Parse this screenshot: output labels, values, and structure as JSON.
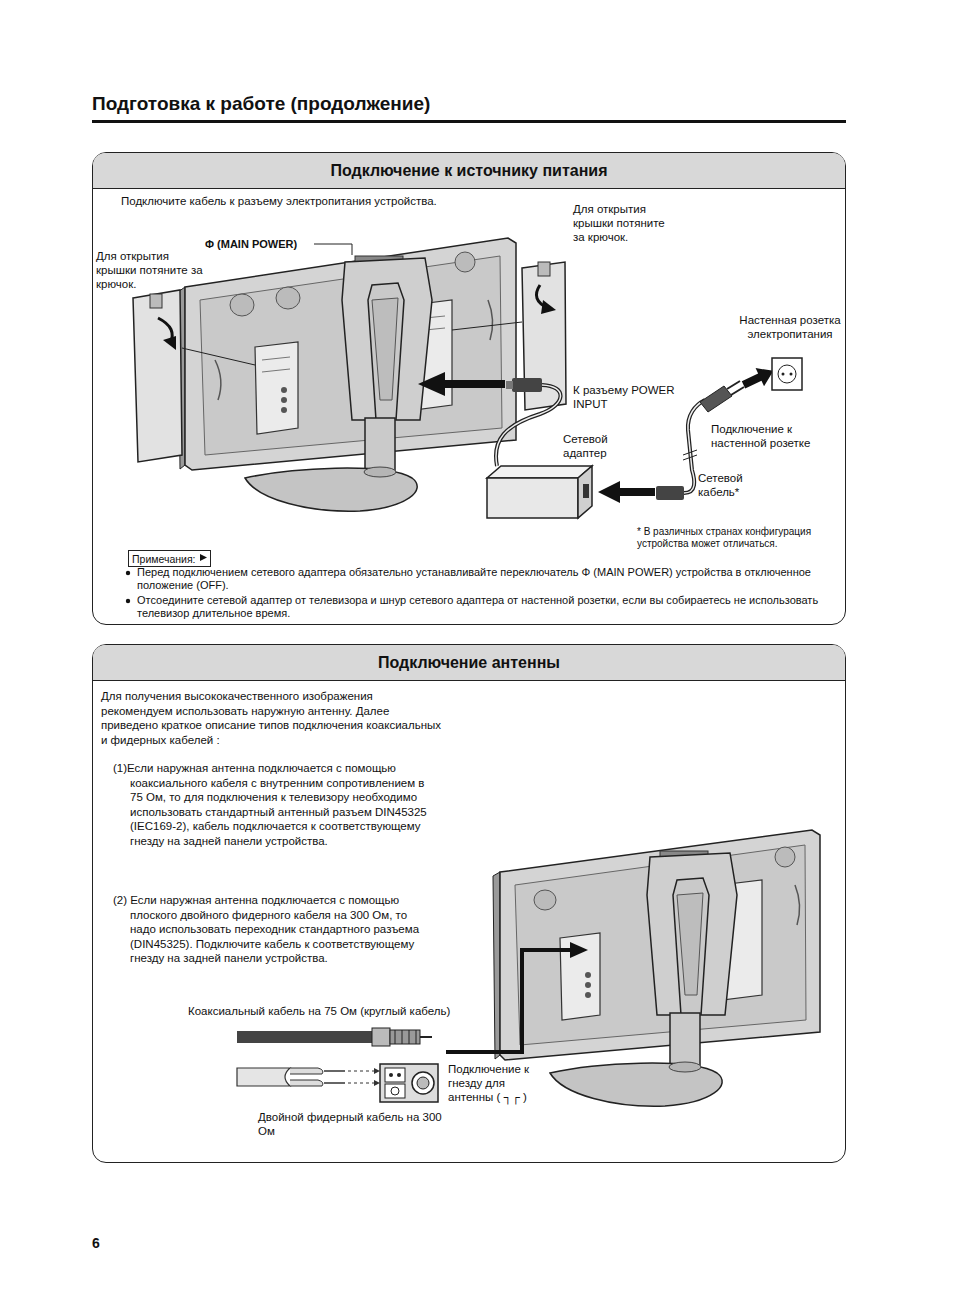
{
  "diagram": {
    "title": "Подготовка к работе (продолжение)",
    "nodes": [
      {
        "text": [
          "Подключение к источнику питания",
          "Подключите кабель к разъему электропитания устройства."
        ]
      },
      {
        "text": [
          "Примечания:"
        ],
        "in": 0
      },
      {
        "text": [
          "Подключение антенны",
          "Для получения высококачественного изображения рекомендуем использовать наружную антенну. Далее приведено краткое описание типов подключения коаксиальных и фидерных кабелей :",
          "(1)Если наружная антенна подключается с помощью коаксиального кабеля с внутренним сопротивлением в 75 Ом, то для подключения к телевизору необходимо использовать стандартный антенный разъем DIN45325 (IEC169-2), кабель подключается к соответствующему гнезду на задней панели устройства.",
          "(2) Если наружная антенна подключается с помощью плоского двойного фидерного кабеля на 300 Ом, то надо использовать переходник стандартного разъема (DIN45325). Подключите кабель к соответствующему гнезду на задней панели устройства."
        ]
      }
    ],
    "labels": [
      "Φ (MAIN POWER)",
      "Для открытия крышки потяните за крючок.",
      "Для открытия крышки потяните за крючок.",
      "Настенная розетка электропитания",
      "К разъему POWER INPUT",
      "Подключение к настенной розетке",
      "Сетевой адаптер",
      "Сетевой кабель*",
      "* В различных странах конфигурация устройства может отличаться.",
      "Перед подключением сетевого адаптера обязательно устанавливайте переключатель Φ (MAIN POWER) устройства в отключенное положение (OFF).",
      "Отсоедините сетевой адаптер от телевизора и шнур сетевого адаптера от настенной розетки, если вы собираетесь не использовать телевизор длительное время.",
      "Коаксиальный кабель на 75 Ом (круглый кабель)",
      "Подключение к гнезду для антенны ( ┐┌ )",
      "Двойной фидерный кабель на 300 Ом",
      "6"
    ]
  }
}
